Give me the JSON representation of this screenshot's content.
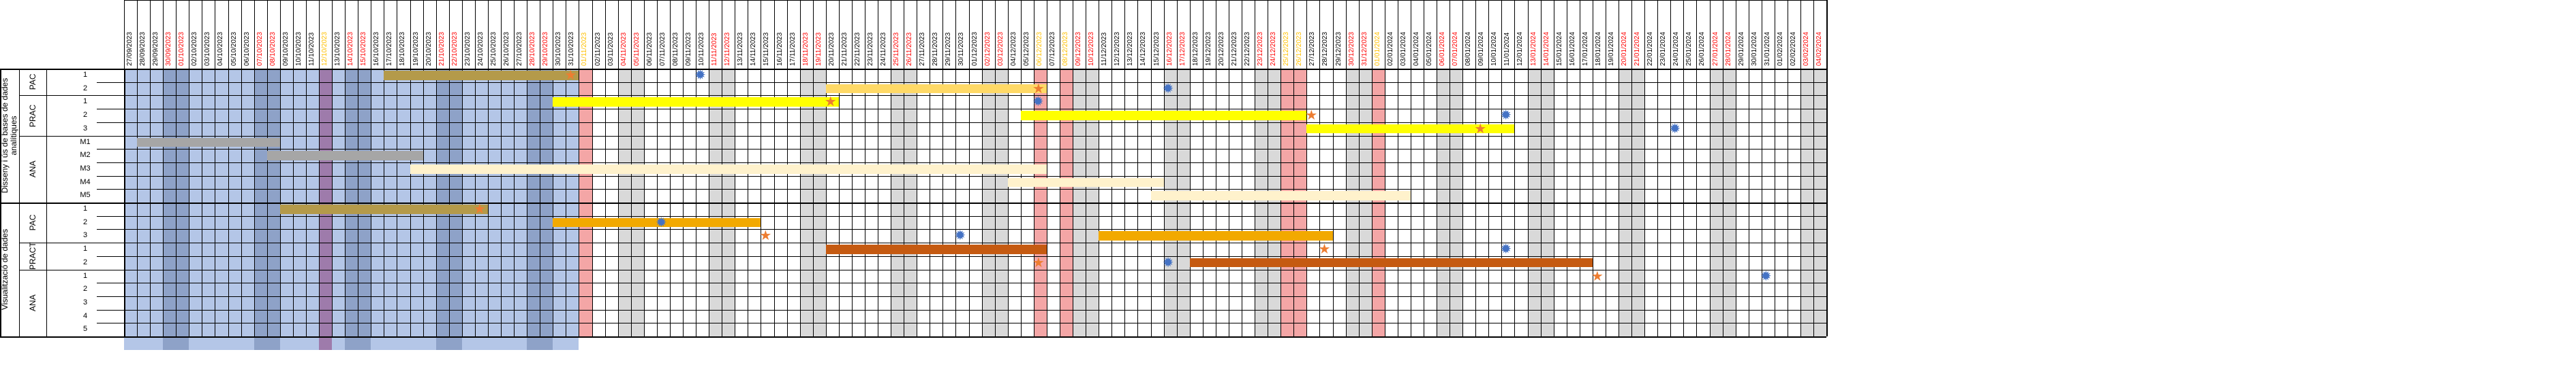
{
  "colors": {
    "gridline": "#000000",
    "weekend_shade": "#d9d9d9",
    "holiday_shade": "#f4a6a6",
    "past_overlay": "#b4c6e7",
    "past_weekend": "#8ea2c8",
    "past_holiday": "#9e7bab",
    "date_normal": "#000000",
    "date_weekend": "#ff0000",
    "date_holiday": "#ffc000",
    "bar_olive": "#b49a4a",
    "bar_gray": "#a6a6a6",
    "bar_yellow": "#ffff00",
    "bar_light_gold": "#ffd966",
    "bar_cream": "#fff2cc",
    "bar_orange": "#f2a900",
    "bar_rust": "#c55a11",
    "star_orange": "#ed7d31",
    "star_blue": "#4472c4"
  },
  "timeline": {
    "start_date": "2023-09-27",
    "end_date": "2024-02-04",
    "holidays": [
      "2023-10-12",
      "2023-11-01",
      "2023-12-06",
      "2023-12-08",
      "2023-12-25",
      "2023-12-26",
      "2024-01-01"
    ]
  },
  "sections": [
    {
      "label": "Disseny i ús de bases de dades analítiques",
      "groups": [
        {
          "label": "PAC",
          "rows": [
            "1",
            "2"
          ]
        },
        {
          "label": "PRAC",
          "rows": [
            "1",
            "2",
            "3"
          ]
        },
        {
          "label": "ANA",
          "rows": [
            "M1",
            "M2",
            "M3",
            "M4",
            "M5"
          ]
        }
      ]
    },
    {
      "label": "Visualització de dades",
      "groups": [
        {
          "label": "PAC",
          "rows": [
            "1",
            "2",
            "3"
          ]
        },
        {
          "label": "PRACT",
          "rows": [
            "1",
            "2"
          ]
        },
        {
          "label": "ANA",
          "rows": [
            "1",
            "2",
            "3",
            "4",
            "5"
          ]
        }
      ]
    }
  ],
  "past_until": "2023-10-31",
  "bars": [
    {
      "row": 0,
      "start": "2023-10-17",
      "end": "2023-10-31",
      "color": "bar_olive"
    },
    {
      "row": 1,
      "start": "2023-11-20",
      "end": "2023-12-06",
      "color": "bar_light_gold"
    },
    {
      "row": 2,
      "start": "2023-10-30",
      "end": "2023-11-20",
      "color": "bar_yellow"
    },
    {
      "row": 3,
      "start": "2023-12-05",
      "end": "2023-12-26",
      "color": "bar_yellow"
    },
    {
      "row": 4,
      "start": "2023-12-27",
      "end": "2024-01-11",
      "color": "bar_yellow"
    },
    {
      "row": 5,
      "start": "2023-09-28",
      "end": "2023-10-08",
      "color": "bar_gray"
    },
    {
      "row": 6,
      "start": "2023-10-08",
      "end": "2023-10-19",
      "color": "bar_gray"
    },
    {
      "row": 7,
      "start": "2023-10-19",
      "end": "2023-12-06",
      "color": "bar_cream"
    },
    {
      "row": 8,
      "start": "2023-12-04",
      "end": "2023-12-15",
      "color": "bar_cream"
    },
    {
      "row": 9,
      "start": "2023-12-15",
      "end": "2024-01-03",
      "color": "bar_cream"
    },
    {
      "row": 10,
      "start": "2023-10-09",
      "end": "2023-10-24",
      "color": "bar_olive"
    },
    {
      "row": 11,
      "start": "2023-10-30",
      "end": "2023-11-14",
      "color": "bar_orange"
    },
    {
      "row": 12,
      "start": "2023-12-11",
      "end": "2023-12-28",
      "color": "bar_orange"
    },
    {
      "row": 13,
      "start": "2023-11-20",
      "end": "2023-12-06",
      "color": "bar_rust"
    },
    {
      "row": 14,
      "start": "2023-12-18",
      "end": "2024-01-17",
      "color": "bar_rust"
    }
  ],
  "markers": [
    {
      "row": 0,
      "date": "2023-10-31",
      "type": "star",
      "color": "star_orange"
    },
    {
      "row": 0,
      "date": "2023-11-10",
      "type": "burst",
      "color": "star_blue"
    },
    {
      "row": 1,
      "date": "2023-12-06",
      "type": "star",
      "color": "star_orange"
    },
    {
      "row": 1,
      "date": "2023-12-16",
      "type": "burst",
      "color": "star_blue"
    },
    {
      "row": 2,
      "date": "2023-11-20",
      "type": "star",
      "color": "star_orange"
    },
    {
      "row": 2,
      "date": "2023-12-06",
      "type": "burst",
      "color": "star_blue"
    },
    {
      "row": 3,
      "date": "2023-12-27",
      "type": "star",
      "color": "star_orange"
    },
    {
      "row": 3,
      "date": "2024-01-11",
      "type": "burst",
      "color": "star_blue"
    },
    {
      "row": 4,
      "date": "2024-01-09",
      "type": "star",
      "color": "star_orange"
    },
    {
      "row": 4,
      "date": "2024-01-24",
      "type": "burst",
      "color": "star_blue"
    },
    {
      "row": 10,
      "date": "2023-10-24",
      "type": "star",
      "color": "star_orange"
    },
    {
      "row": 11,
      "date": "2023-11-07",
      "type": "burst",
      "color": "star_blue"
    },
    {
      "row": 12,
      "date": "2023-11-15",
      "type": "star",
      "color": "star_orange"
    },
    {
      "row": 12,
      "date": "2023-11-30",
      "type": "burst",
      "color": "star_blue"
    },
    {
      "row": 13,
      "date": "2023-12-28",
      "type": "star",
      "color": "star_orange"
    },
    {
      "row": 13,
      "date": "2024-01-11",
      "type": "burst",
      "color": "star_blue"
    },
    {
      "row": 14,
      "date": "2023-12-06",
      "type": "star",
      "color": "star_orange"
    },
    {
      "row": 14,
      "date": "2023-12-16",
      "type": "burst",
      "color": "star_blue"
    },
    {
      "row": 15,
      "date": "2024-01-18",
      "type": "star",
      "color": "star_orange"
    },
    {
      "row": 15,
      "date": "2024-01-31",
      "type": "burst",
      "color": "star_blue"
    }
  ]
}
